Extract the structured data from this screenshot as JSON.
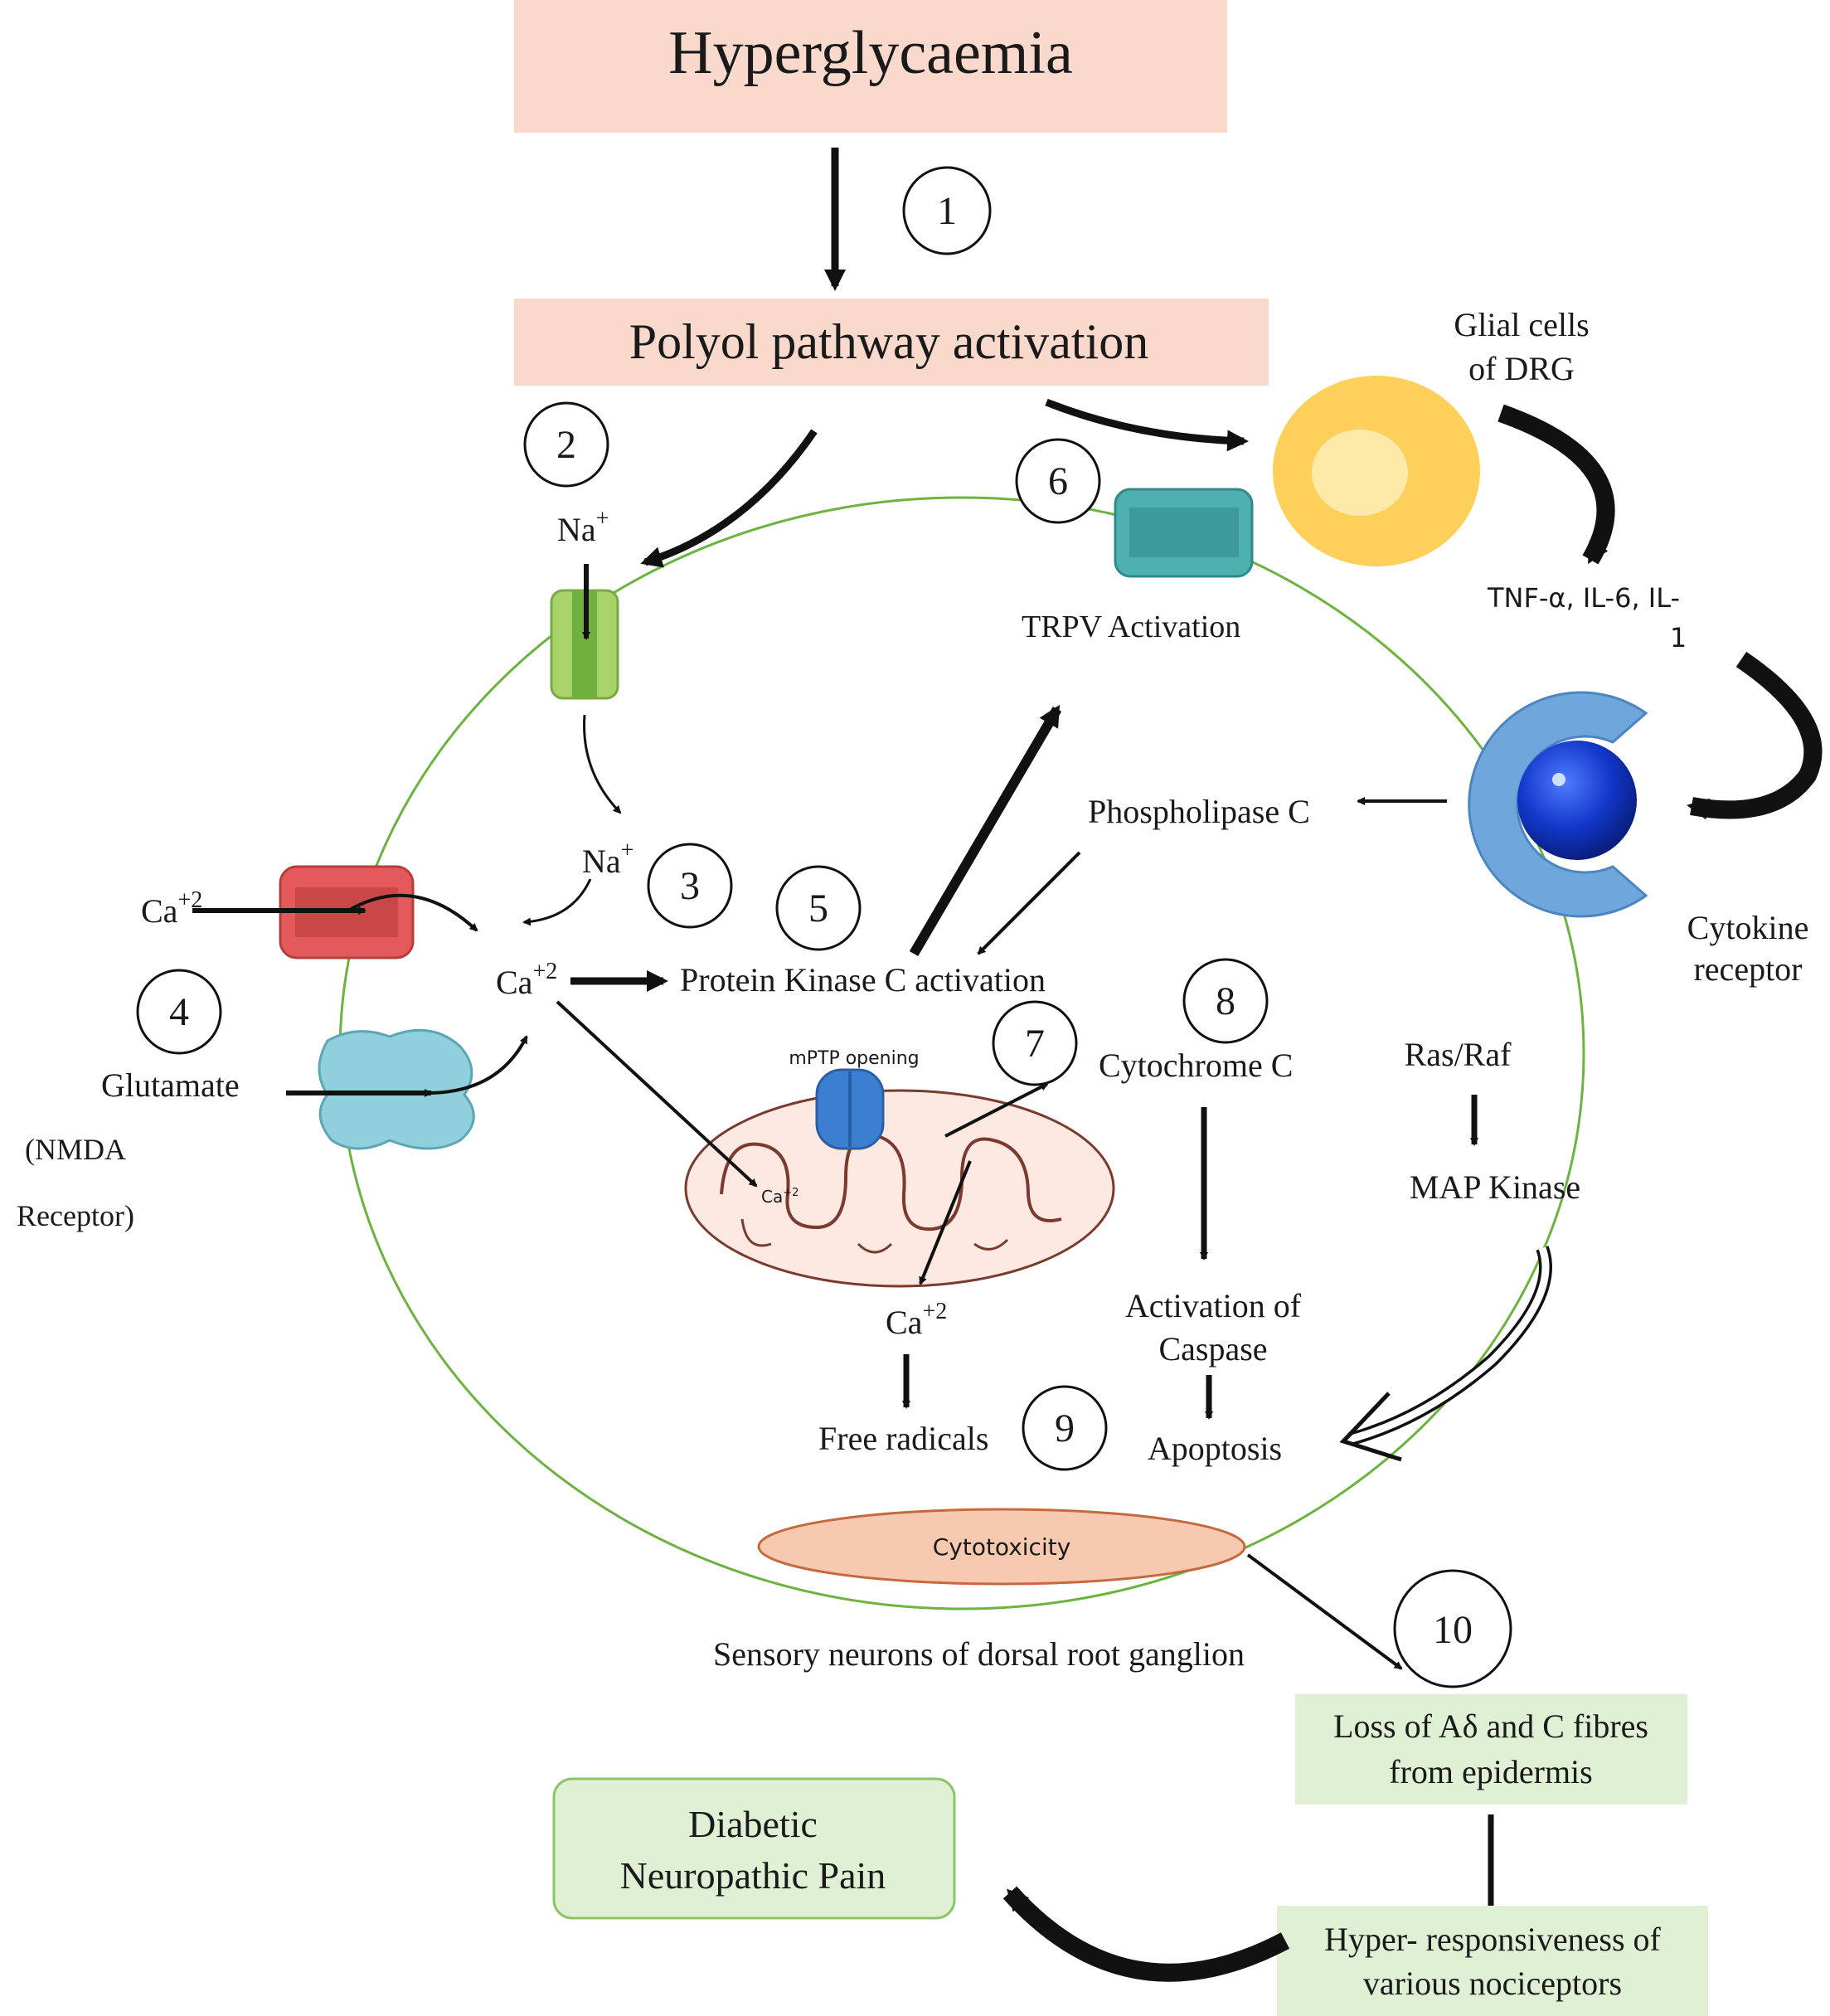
{
  "boxes": {
    "hyperglycaemia": "Hyperglycaemia",
    "polyol": "Polyol pathway activation",
    "loss_line1": "Loss of Aδ and C fibres",
    "loss_line2": "from epidermis",
    "hyper_line1": "Hyper- responsiveness of",
    "hyper_line2": "various nociceptors",
    "pain_line1": "Diabetic",
    "pain_line2": "Neuropathic Pain"
  },
  "steps": [
    "1",
    "2",
    "3",
    "4",
    "5",
    "6",
    "7",
    "8",
    "9",
    "10"
  ],
  "labels": {
    "na_top": "Na",
    "na_mid": "Na",
    "plus": "+",
    "ca_left": "Ca",
    "ca_center": "Ca",
    "ca_exp": "+2",
    "glutamate": "Glutamate",
    "nmda_line1": "(NMDA",
    "nmda_line2": "Receptor)",
    "pkc": "Protein Kinase C activation",
    "trpv": "TRPV Activation",
    "plc": "Phospholipase C",
    "glial_line1": "Glial cells",
    "glial_line2": "of DRG",
    "cytokines_line1": "TNF-α, IL-6, IL-",
    "cytokines_line2": "1",
    "receptor_line1": "Cytokine",
    "receptor_line2": "receptor",
    "mptp": "mPTP opening",
    "ca_mito": "Ca",
    "ca_mito_exp": "+2",
    "ca_release": "Ca",
    "ca_release_exp": "+2",
    "free_radicals": "Free radicals",
    "cytochrome": "Cytochrome C",
    "caspase_line1": "Activation of",
    "caspase_line2": "Caspase",
    "apoptosis": "Apoptosis",
    "rasraf": "Ras/Raf",
    "mapk": "MAP Kinase",
    "cytotoxicity": "Cytotoxicity",
    "drg": "Sensory neurons of dorsal root ganglion"
  },
  "colors": {
    "peach_box": "#f8d9cb",
    "green_box": "#dff0d4",
    "cell_outline": "#6db33f",
    "na_channel": "#a8d36b",
    "ca_channel": "#e45a5a",
    "nmda_receptor": "#8fd0dc",
    "trpv_channel": "#4fb0b0",
    "glial_cell": "#fcd05a",
    "cytokine_receptor": "#6fa6dc",
    "cytokine_ball": "#1236c8",
    "mito_fill": "#fde8e2",
    "mito_outline": "#7a3b2e",
    "mptp_pore": "#3c7fd0",
    "cytotoxicity_fill": "#f6c9b0"
  }
}
